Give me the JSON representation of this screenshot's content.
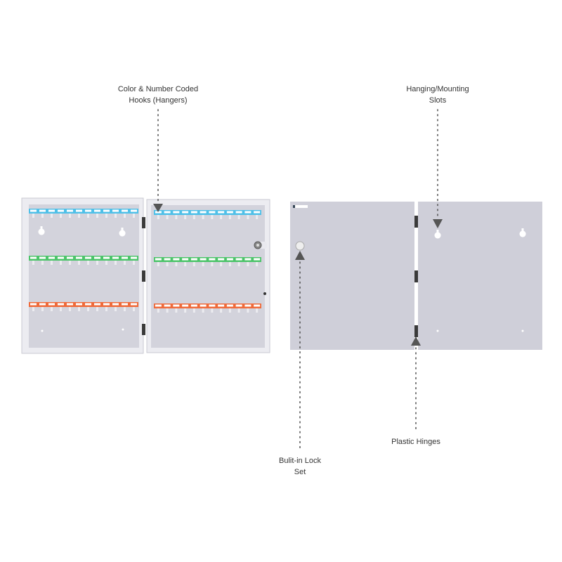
{
  "callouts": {
    "hooks": {
      "line1": "Color & Number Coded",
      "line2": "Hooks (Hangers)"
    },
    "slots": {
      "line1": "Hanging/Mounting",
      "line2": "Slots"
    },
    "hinges": {
      "line1": "Plastic Hinges"
    },
    "lock": {
      "line1": "Bulit-in Lock",
      "line2": "Set"
    }
  },
  "hook_rows": [
    {
      "name": "blue",
      "color": "#4fc0e8"
    },
    {
      "name": "green",
      "color": "#4cc46a"
    },
    {
      "name": "orange",
      "color": "#ef6a3a"
    }
  ],
  "hooks_per_row": 12,
  "colors": {
    "panel": "#d0d0da",
    "frame": "#e9e9ef",
    "hinge": "#3a3a3a",
    "arrow": "#555555"
  }
}
